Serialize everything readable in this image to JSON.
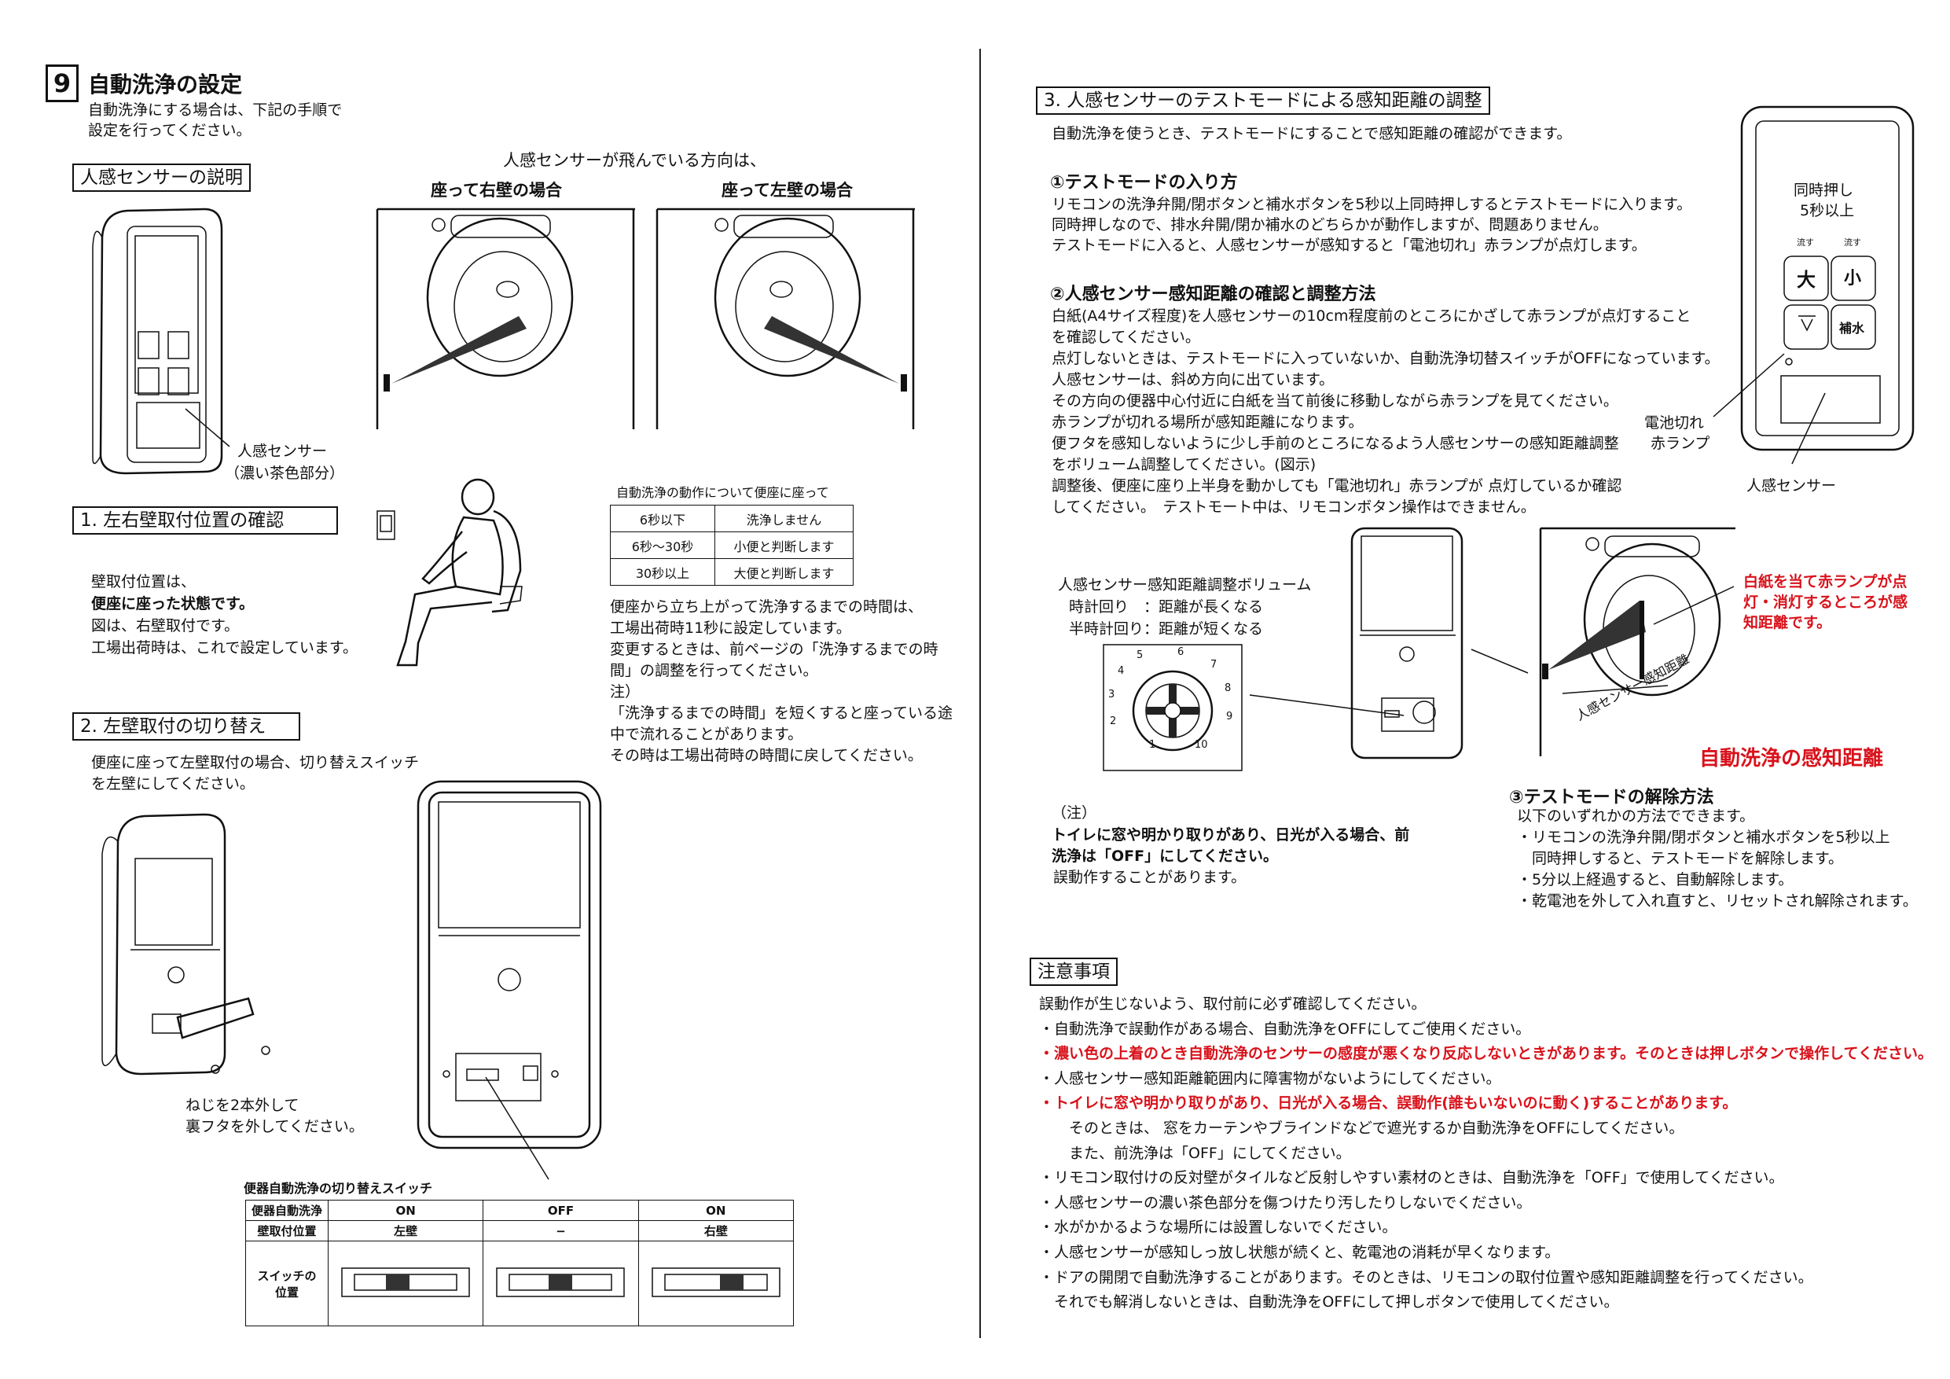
{
  "left": {
    "section_number": "9",
    "title": "自動洗浄の設定",
    "intro": [
      "自動洗浄にする場合は、下記の手順で",
      "設定を行ってください。"
    ],
    "sensor_section": {
      "heading": "人感センサーの説明",
      "direction_caption": "人感センサーが飛んでいる方向は、",
      "right_wall_label": "座って右壁の場合",
      "left_wall_label": "座って左壁の場合",
      "sensor_label": "人感センサー",
      "sensor_sublabel": "（濃い茶色部分）"
    },
    "position_section": {
      "heading": "1. 左右壁取付位置の確認",
      "lines": [
        "壁取付位置は、",
        "便座に座った状態です。",
        "図は、右壁取付です。",
        "工場出荷時は、これで設定しています。"
      ]
    },
    "timing": {
      "table_caption": "自動洗浄の動作について便座に座って",
      "rows": [
        {
          "time": "6秒以下",
          "result": "洗浄しません"
        },
        {
          "time": "6秒〜30秒",
          "result": "小便と判断します"
        },
        {
          "time": "30秒以上",
          "result": "大便と判断します"
        }
      ],
      "notes": [
        "便座から立ち上がって洗浄するまでの時間は、",
        "工場出荷時11秒に設定しています。",
        "変更するときは、前ページの「洗浄するまでの時",
        "間」の調整を行ってください。",
        "注）",
        "「洗浄するまでの時間」を短くすると座っている途",
        "中で流れることがあります。",
        "その時は工場出荷時の時間に戻してください。"
      ]
    },
    "switch_section": {
      "heading": "2. 左壁取付の切り替え",
      "lines": [
        "便座に座って左壁取付の場合、切り替えスイッチ",
        "を左壁にしてください。"
      ],
      "screw_note": [
        "ねじを2本外して",
        "裏フタを外してください。"
      ],
      "table_title": "便器自動洗浄の切り替えスイッチ",
      "row_labels": [
        "便器自動洗浄",
        "壁取付位置",
        "スイッチの位置"
      ],
      "columns": [
        {
          "mode": "ON",
          "wall": "左壁"
        },
        {
          "mode": "OFF",
          "wall": "−"
        },
        {
          "mode": "ON",
          "wall": "右壁"
        }
      ]
    }
  },
  "right": {
    "heading": "3. 人感センサーのテストモードによる感知距離の調整",
    "intro": "自動洗浄を使うとき、テストモードにすることで感知距離の確認ができます。",
    "step1": {
      "title": "①テストモードの入り方",
      "lines": [
        "リモコンの洗浄弁開/閉ボタンと補水ボタンを5秒以上同時押しするとテストモードに入ります。",
        "同時押しなので、排水弁開/閉か補水のどちらかが動作しますが、問題ありません。",
        "テストモードに入ると、人感センサーが感知すると「電池切れ」赤ランプが点灯します。"
      ]
    },
    "step2": {
      "title": "②人感センサー感知距離の確認と調整方法",
      "lines": [
        "白紙(A4サイズ程度)を人感センサーの10cm程度前のところにかざして赤ランプが点灯すること",
        "を確認してください。",
        "点灯しないときは、テストモードに入っていないか、自動洗浄切替スイッチがOFFになっています。",
        "人感センサーは、斜め方向に出ています。",
        "その方向の便器中心付近に白紙を当て前後に移動しながら赤ランプを見てください。",
        "赤ランプが切れる場所が感知距離になります。",
        "便フタを感知しないように少し手前のところになるよう人感センサーの感知距離調整",
        "をボリューム調整してください。(図示)",
        "調整後、便座に座り上半身を動かしても「電池切れ」赤ランプが 点灯しているか確認",
        "してください。　テストモート中は、リモコンボタン操作はできません。"
      ]
    },
    "remote": {
      "simul_press": [
        "同時押し",
        "5秒以上"
      ],
      "flush_label": "流す",
      "big": "大",
      "small": "小",
      "refill": "補水",
      "battery_label": [
        "電池切れ",
        "赤ランプ"
      ],
      "sensor_label": "人感センサー"
    },
    "volume": {
      "title": "人感センサー感知距離調整ボリューム",
      "cw": "時計回り　：距離が長くなる",
      "ccw": "半時計回り：距離が短くなる",
      "dial_numbers": [
        "1",
        "2",
        "3",
        "4",
        "5",
        "6",
        "7",
        "8",
        "9",
        "10"
      ]
    },
    "detection": {
      "annotation": [
        "白紙を当て赤ランプが点",
        "灯・消灯するところが感",
        "知距離です。"
      ],
      "range_label": "人感センサー感知距離",
      "big_label": "自動洗浄の感知距離"
    },
    "note": {
      "head": "（注）",
      "bold_lines": [
        "トイレに窓や明かり取りがあり、日光が入る場合、前",
        "洗浄は「OFF」にしてください。"
      ],
      "line": "誤動作することがあります。"
    },
    "step3": {
      "title": "③テストモードの解除方法",
      "lines": [
        "以下のいずれかの方法でできます。",
        "・リモコンの洗浄弁開/閉ボタンと補水ボタンを5秒以上",
        "　同時押しすると、テストモードを解除します。",
        "・5分以上経過すると、自動解除します。",
        "・乾電池を外して入れ直すと、リセットされ解除されます。"
      ]
    },
    "cautions": {
      "heading": "注意事項",
      "items": [
        {
          "text": "誤動作が生じないよう、取付前に必ず確認してください。",
          "red": false
        },
        {
          "text": "・自動洗浄で誤動作がある場合、自動洗浄をOFFにしてご使用ください。",
          "red": false
        },
        {
          "text": "・濃い色の上着のとき自動洗浄のセンサーの感度が悪くなり反応しないときがあります。そのときは押しボタンで操作してください。",
          "red": true
        },
        {
          "text": "・人感センサー感知距離範囲内に障害物がないようにしてください。",
          "red": false
        },
        {
          "text": "・トイレに窓や明かり取りがあり、日光が入る場合、誤動作(誰もいないのに動く)することがあります。",
          "red": true
        },
        {
          "text": "　　そのときは、 窓をカーテンやブラインドなどで遮光するか自動洗浄をOFFにしてください。",
          "red": false
        },
        {
          "text": "　　また、前洗浄は「OFF」にしてください。",
          "red": false
        },
        {
          "text": "・リモコン取付けの反対壁がタイルなど反射しやすい素材のときは、自動洗浄を「OFF」で使用してください。",
          "red": false
        },
        {
          "text": "・人感センサーの濃い茶色部分を傷つけたり汚したりしないでください。",
          "red": false
        },
        {
          "text": "・水がかかるような場所には設置しないでください。",
          "red": false
        },
        {
          "text": "・人感センサーが感知しっ放し状態が続くと、乾電池の消耗が早くなります。",
          "red": false
        },
        {
          "text": "・ドアの開閉で自動洗浄することがあります。そのときは、リモコンの取付位置や感知距離調整を行ってください。",
          "red": false
        },
        {
          "text": "　それでも解消しないときは、自動洗浄をOFFにして押しボタンで使用してください。",
          "red": false
        }
      ]
    }
  }
}
